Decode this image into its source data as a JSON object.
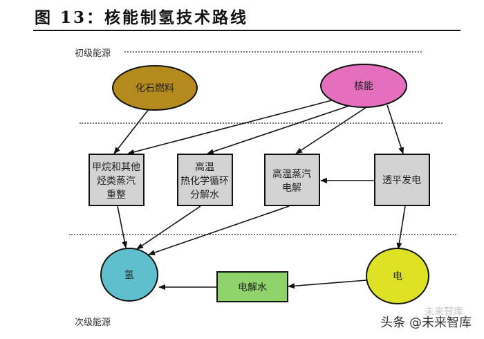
{
  "title": "图  13：核能制氢技术路线",
  "levels": {
    "primary": "初级能源",
    "secondary": "次级能源"
  },
  "nodes": {
    "fossil": {
      "label": "化石燃料",
      "color": "#b48a1e"
    },
    "nuclear": {
      "label": "核能",
      "color": "#e36fbd"
    },
    "methane": {
      "lines": [
        "甲烷和其他",
        "烃类蒸汽",
        "重整"
      ],
      "color": "#d3d3d3"
    },
    "thermochem": {
      "lines": [
        "高温",
        "热化学循环",
        "分解水"
      ],
      "color": "#d3d3d3"
    },
    "steam_electrolysis": {
      "lines": [
        "高温蒸汽",
        "电解"
      ],
      "color": "#d3d3d3"
    },
    "turbine": {
      "label": "透平发电",
      "color": "#d3d3d3"
    },
    "hydrogen": {
      "label": "氢",
      "color": "#5fbfcc"
    },
    "water_electrolysis": {
      "label": "电解水",
      "color": "#8fd46a"
    },
    "electricity": {
      "label": "电",
      "color": "#dde224"
    }
  },
  "edges": [
    {
      "from": "fossil",
      "to": "methane"
    },
    {
      "from": "nuclear",
      "to": "methane"
    },
    {
      "from": "nuclear",
      "to": "thermochem"
    },
    {
      "from": "nuclear",
      "to": "steam_electrolysis"
    },
    {
      "from": "nuclear",
      "to": "turbine"
    },
    {
      "from": "turbine",
      "to": "steam_electrolysis"
    },
    {
      "from": "turbine",
      "to": "electricity"
    },
    {
      "from": "methane",
      "to": "hydrogen"
    },
    {
      "from": "thermochem",
      "to": "hydrogen"
    },
    {
      "from": "steam_electrolysis",
      "to": "hydrogen"
    },
    {
      "from": "electricity",
      "to": "water_electrolysis"
    },
    {
      "from": "water_electrolysis",
      "to": "hydrogen"
    }
  ],
  "watermark": {
    "text": "头条 @未来智库",
    "ghost": "未来智库"
  }
}
